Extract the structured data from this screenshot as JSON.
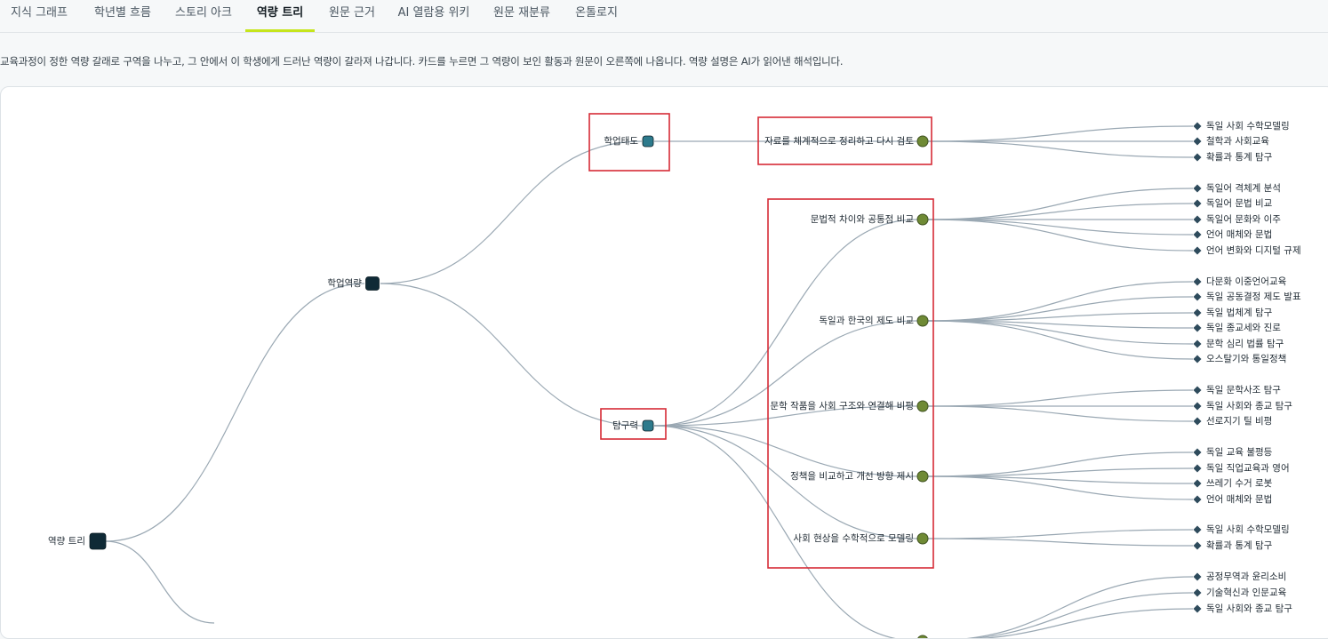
{
  "tabs": [
    {
      "label": "지식 그래프",
      "active": false
    },
    {
      "label": "학년별 흐름",
      "active": false
    },
    {
      "label": "스토리 아크",
      "active": false
    },
    {
      "label": "역량 트리",
      "active": true
    },
    {
      "label": "원문 근거",
      "active": false
    },
    {
      "label": "AI 열람용 위키",
      "active": false
    },
    {
      "label": "원문 재분류",
      "active": false
    },
    {
      "label": "온톨로지",
      "active": false
    }
  ],
  "description": "교육과정이 정한 역량 갈래로 구역을 나누고, 그 안에서 이 학생에게 드러난 역량이 갈라져 나갑니다. 카드를 누르면 그 역량이 보인 활동과 원문이 오른쪽에 나옵니다. 역량 설명은 AI가 읽어낸 해석입니다.",
  "colors": {
    "root_node": "#0f2a36",
    "branch_node": "#2d7a8c",
    "competency_node": "#6f8a35",
    "leaf_marker": "#2e4b5c",
    "edge": "#9aa8b3",
    "highlight_box": "#d62b36",
    "tab_indicator": "#c6e51c"
  },
  "tree": {
    "root": {
      "label": "역량 트리"
    },
    "domain": {
      "label": "학업역량"
    },
    "branches": [
      {
        "label": "학업태도",
        "competencies": [
          {
            "label": "자료를 체계적으로 정리하고 다시 검토",
            "leaves": [
              "독일 사회 수학모델링",
              "철학과 사회교육",
              "확률과 통계 탐구"
            ]
          }
        ]
      },
      {
        "label": "탐구력",
        "competencies": [
          {
            "label": "문법적 차이와 공통점 비교",
            "leaves": [
              "독일어 격체계 분석",
              "독일어 문법 비교",
              "독일어 문화와 이주",
              "언어 매체와 문법",
              "언어 변화와 디지털 규제"
            ]
          },
          {
            "label": "독일과 한국의 제도 비교",
            "leaves": [
              "다문화 이중언어교육",
              "독일 공동결정 제도 발표",
              "독일 법체계 탐구",
              "독일 종교세와 진로",
              "문학 심리 법률 탐구",
              "오스탈기와 통일정책"
            ]
          },
          {
            "label": "문학 작품을 사회 구조와 연결해 비평",
            "leaves": [
              "독일 문학사조 탐구",
              "독일 사회와 종교 탐구",
              "선로지기 틸 비평"
            ]
          },
          {
            "label": "정책을 비교하고 개선 방향 제시",
            "leaves": [
              "독일 교육 불평등",
              "독일 직업교육과 영어",
              "쓰레기 수거 로봇",
              "언어 매체와 문법"
            ]
          },
          {
            "label": "사회 현상을 수학적으로 모델링",
            "leaves": [
              "독일 사회 수학모델링",
              "확률과 통계 탐구"
            ]
          },
          {
            "label": "",
            "leaves": [
              "공정무역과 윤리소비",
              "기술혁신과 인문교육",
              "독일 사회와 종교 탐구"
            ]
          }
        ]
      }
    ]
  }
}
